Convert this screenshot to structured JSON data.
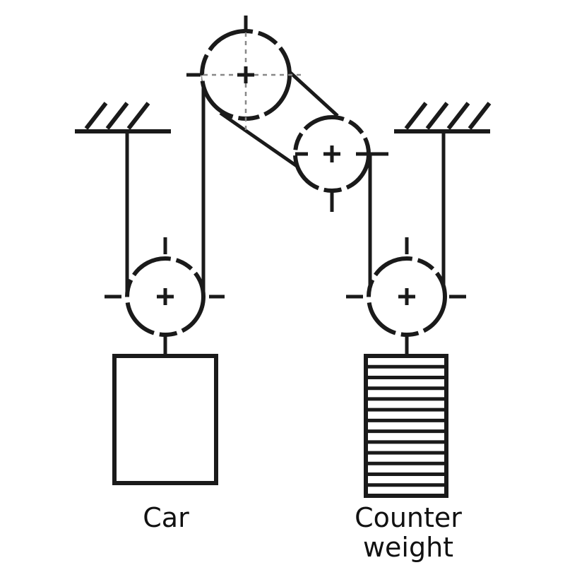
{
  "labels": {
    "car": "Car",
    "counterweight_line1": "Counter",
    "counterweight_line2": "weight"
  },
  "colors": {
    "stroke": "#1a1a1a",
    "dash": "#777777",
    "background": "#ffffff"
  },
  "components": {
    "fixed_anchors": 2,
    "pulleys": 4,
    "counterweight_plates": 13
  }
}
